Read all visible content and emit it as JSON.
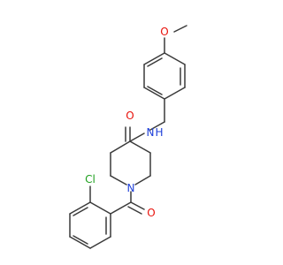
{
  "atoms": {
    "methoxy_o": {
      "label": "O",
      "color": "#e8120b"
    },
    "amide_o": {
      "label": "O",
      "color": "#e8120b"
    },
    "amide_n": {
      "label": "N",
      "color": "#1e3fd8"
    },
    "amide_h": {
      "label": "H",
      "color": "#1e3fd8"
    },
    "piperidine_n": {
      "label": "N",
      "color": "#1e3fd8"
    },
    "carbonyl_o": {
      "label": "O",
      "color": "#e8120b"
    },
    "chlorine": {
      "label": "Cl",
      "color": "#1ea01e"
    }
  },
  "colors": {
    "bond": "#3a3a3a",
    "background": "#ffffff"
  }
}
